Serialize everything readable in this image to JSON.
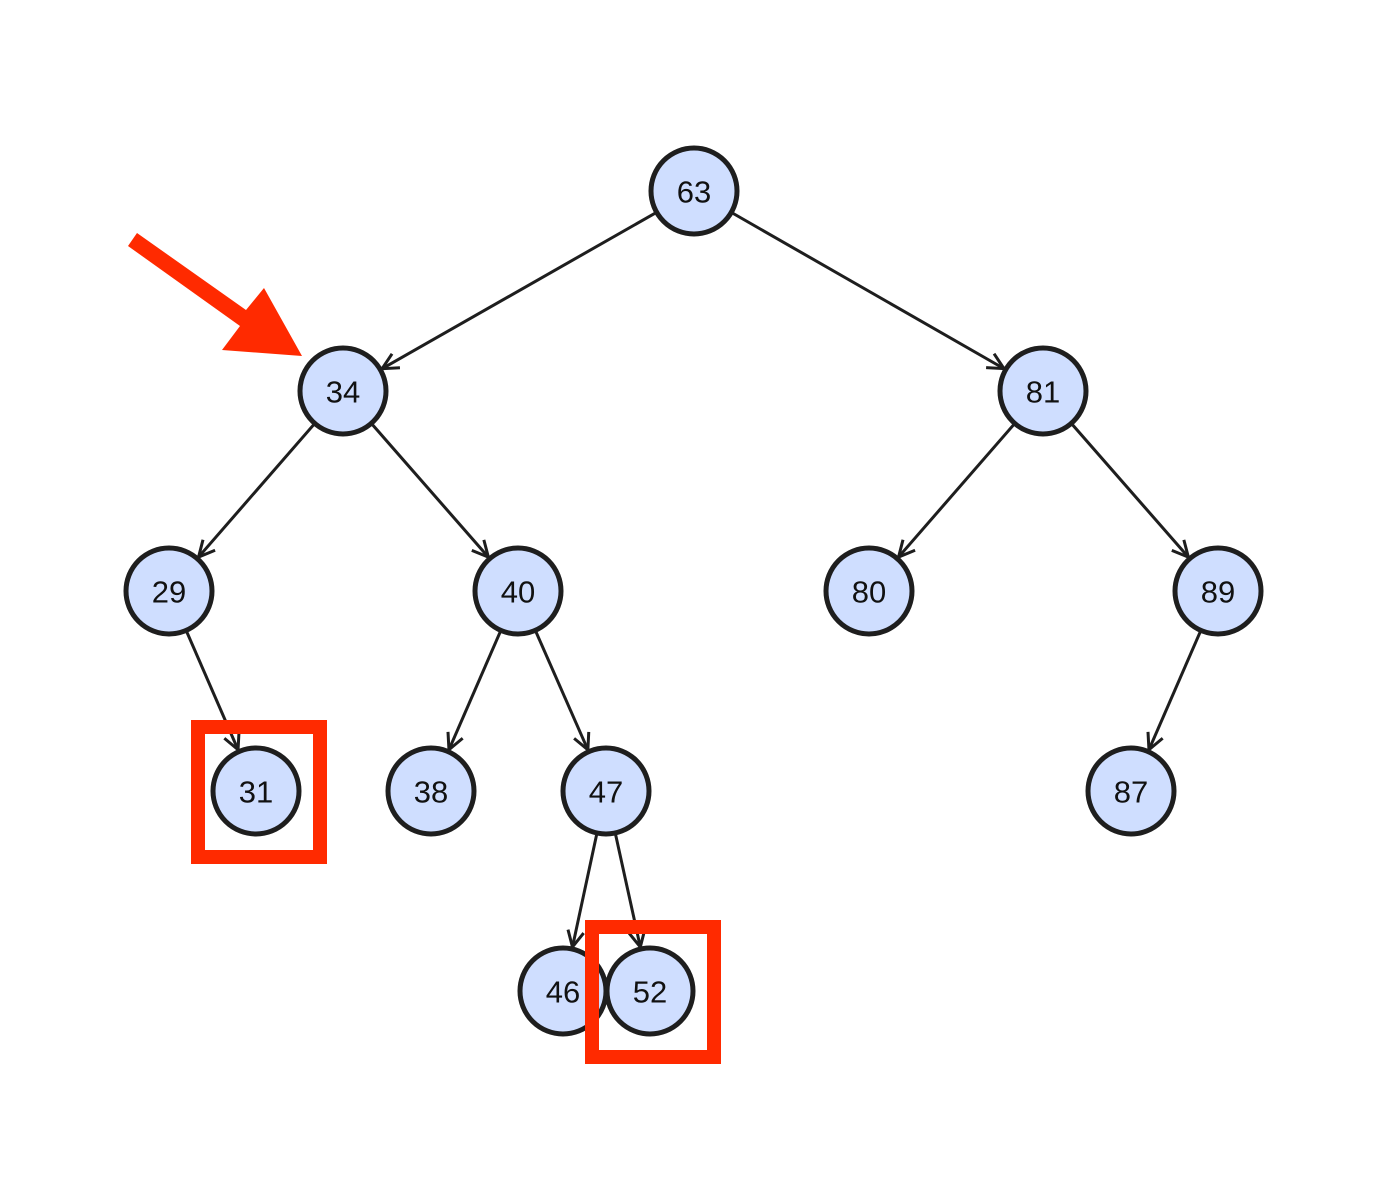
{
  "diagram": {
    "type": "binary-search-tree",
    "nodes": [
      {
        "id": "n63",
        "label": "63"
      },
      {
        "id": "n34",
        "label": "34"
      },
      {
        "id": "n81",
        "label": "81"
      },
      {
        "id": "n29",
        "label": "29"
      },
      {
        "id": "n40",
        "label": "40"
      },
      {
        "id": "n80",
        "label": "80"
      },
      {
        "id": "n89",
        "label": "89"
      },
      {
        "id": "n31",
        "label": "31"
      },
      {
        "id": "n38",
        "label": "38"
      },
      {
        "id": "n47",
        "label": "47"
      },
      {
        "id": "n87",
        "label": "87"
      },
      {
        "id": "n46",
        "label": "46"
      },
      {
        "id": "n52",
        "label": "52"
      }
    ],
    "edges": [
      {
        "from": "n63",
        "to": "n34"
      },
      {
        "from": "n63",
        "to": "n81"
      },
      {
        "from": "n34",
        "to": "n29"
      },
      {
        "from": "n34",
        "to": "n40"
      },
      {
        "from": "n81",
        "to": "n80"
      },
      {
        "from": "n81",
        "to": "n89"
      },
      {
        "from": "n29",
        "to": "n31"
      },
      {
        "from": "n40",
        "to": "n38"
      },
      {
        "from": "n40",
        "to": "n47"
      },
      {
        "from": "n89",
        "to": "n87"
      },
      {
        "from": "n47",
        "to": "n46"
      },
      {
        "from": "n47",
        "to": "n52"
      }
    ],
    "highlighted_nodes": [
      "n31",
      "n52"
    ],
    "arrow_pointer_target": "n34",
    "colors": {
      "node_fill": "#cfdeff",
      "node_stroke": "#1e1e1e",
      "edge": "#1e1e1e",
      "highlight": "#ff2a00"
    }
  }
}
